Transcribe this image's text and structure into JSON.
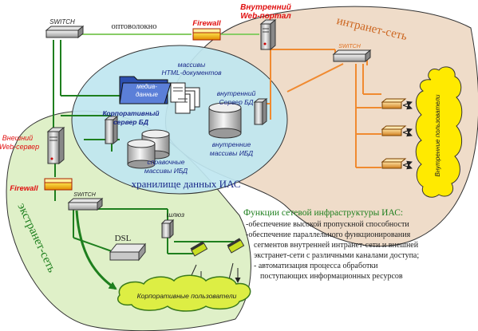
{
  "labels": {
    "switch_top": "SWITCH",
    "fiber": "оптоволокно",
    "firewall_top": "Firewall",
    "web_portal_1": "Внутренний",
    "web_portal_2": "Web-портал",
    "intranet": "интранет-сеть",
    "switch_intranet": "SWITCH",
    "internal_users": "Внутренние пользователи",
    "html_arrays_1": "массивы",
    "html_arrays_2": "HTML-документов",
    "media_1": "медиа-",
    "media_2": "данные",
    "internal_db_server_1": "внутренний",
    "internal_db_server_2": "Сервер БД",
    "corporate_db_server_1": "Корпоративный",
    "corporate_db_server_2": "сервер БД",
    "internal_arrays_1": "внутренние",
    "internal_arrays_2": "массивы  ИБД",
    "reference_arrays_1": "справочные",
    "reference_arrays_2": "массивы ИБД",
    "storage": "хранилище данных ИАС",
    "ext_web_server_1": "Внешний",
    "ext_web_server_2": "Web-сервер",
    "firewall_bottom": "Firewall",
    "switch_bottom": "SWITCH",
    "extranet": "экстранет-сеть",
    "gateway": "шлюз",
    "dsl": "DSL",
    "corporate_users": "Корпоративные пользователи"
  },
  "functions": {
    "title": "Функции сетевой инфраструктуры ИАС:",
    "lines": [
      "-обеспечение высокой пропускной способности",
      "-обеспечение параллельного функционирования",
      "сегментов внутренней интранет-сети и внешней",
      "экстранет-сети с различными каналами доступа;",
      "- автоматизация процесса обработки",
      "поступающих информационных ресурсов"
    ]
  },
  "colors": {
    "intranet_zone": "#efdcc9",
    "extranet_zone": "#dff0c8",
    "storage_zone": "#bfe6f0",
    "firewall_text": "#e01010",
    "storage_text": "#1a2a8a",
    "extranet_text": "#1e7f1e",
    "intranet_text": "#cc6620"
  }
}
